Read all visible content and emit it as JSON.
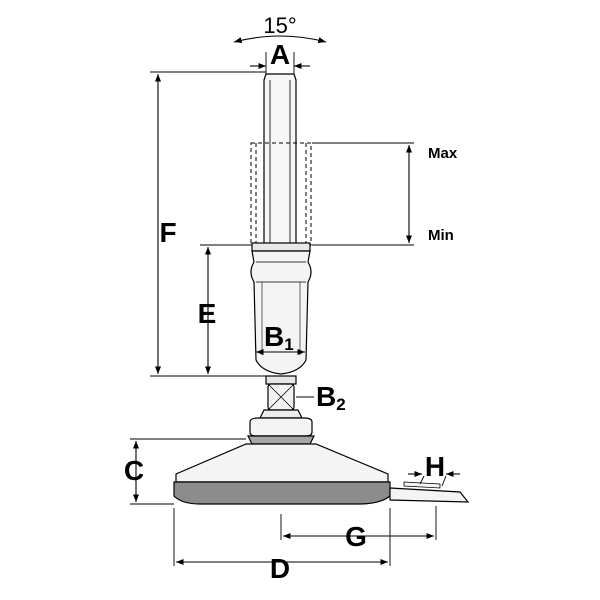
{
  "labels": {
    "angle": "15°",
    "A": "A",
    "F": "F",
    "max": "Max",
    "min": "Min",
    "E": "E",
    "B1": "B",
    "B1_sub": "1",
    "B2": "B",
    "B2_sub": "2",
    "C": "C",
    "H": "H",
    "G": "G",
    "D": "D"
  },
  "colors": {
    "line": "#000000",
    "body": "#f4f4f4",
    "shade": "#9a9a9a",
    "pad": "#8c8c8c"
  }
}
